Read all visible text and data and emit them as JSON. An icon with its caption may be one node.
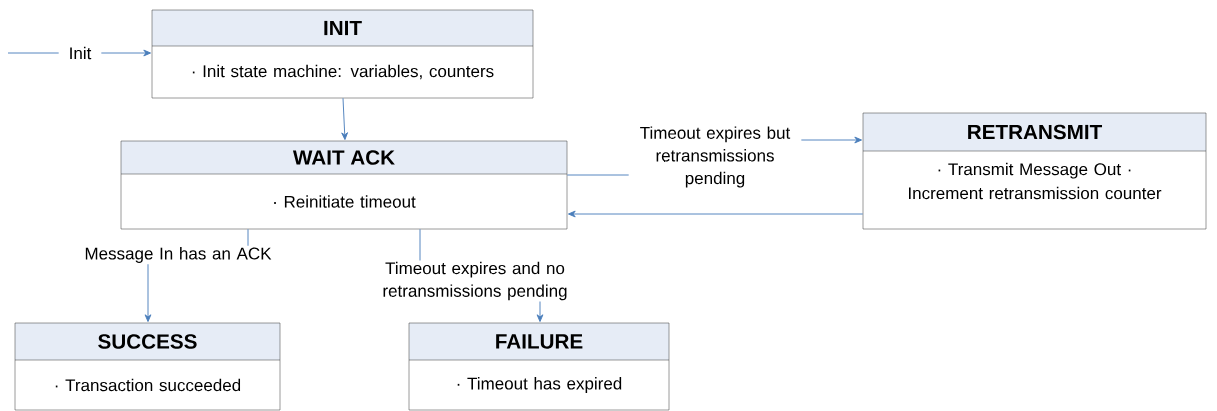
{
  "diagram": {
    "nodes": [
      {
        "text": [
          "INIT",
          "· Init state machine: variables, counters"
        ]
      },
      {
        "text": [
          "WAIT ACK",
          "· Reinitiate timeout"
        ]
      },
      {
        "text": [
          "RETRANSMIT",
          "· Transmit Message Out · Increment retransmission counter"
        ]
      },
      {
        "text": [
          "SUCCESS",
          "· Transaction succeeded"
        ]
      },
      {
        "text": [
          "FAILURE",
          "· Timeout has expired"
        ]
      }
    ],
    "edges": [
      {
        "from": null,
        "to": 0,
        "arrow": "to",
        "label": "Init"
      },
      {
        "from": 0,
        "to": 1,
        "arrow": "to"
      },
      {
        "from": 1,
        "to": 2,
        "arrow": "to",
        "label": "Timeout expires but retransmissions pending"
      },
      {
        "from": 2,
        "to": 1,
        "arrow": "to"
      },
      {
        "from": 1,
        "to": 3,
        "arrow": "to",
        "label": "Message In has an ACK"
      },
      {
        "from": 1,
        "to": 4,
        "arrow": "to",
        "label": "Timeout expires and no retransmissions pending"
      }
    ]
  }
}
